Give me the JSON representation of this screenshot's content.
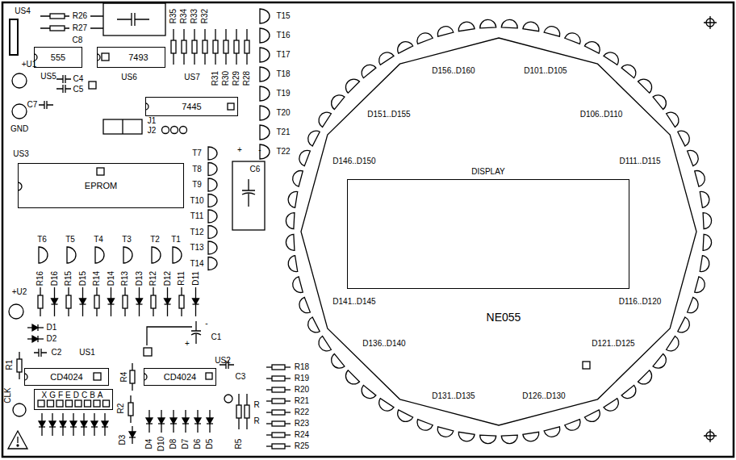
{
  "diagram": {
    "nodes": [
      {
        "text": [
          "555"
        ]
      },
      {
        "text": [
          "7493"
        ]
      },
      {
        "text": [
          "7445"
        ]
      },
      {
        "text": [
          "EPROM"
        ]
      },
      {
        "text": [
          "DISPLAY"
        ]
      },
      {
        "text": [
          "CD4024"
        ]
      },
      {
        "text": [
          "CD4024"
        ]
      },
      {
        "text": [
          "XGFEDCBA"
        ]
      }
    ],
    "labels": [
      "R26",
      "R27",
      "C8",
      "R35",
      "R34",
      "R33",
      "R32",
      "R31",
      "R30",
      "R29",
      "R28",
      "US4",
      "+U1",
      "US5",
      "C4",
      "C5",
      "US6",
      "US7",
      "C7",
      "GND",
      "J1",
      "J2",
      "US3",
      "T15",
      "T16",
      "T17",
      "T18",
      "T19",
      "T20",
      "T21",
      "T22",
      "T7",
      "T8",
      "T9",
      "T10",
      "T11",
      "T12",
      "T13",
      "T14",
      "+",
      "-",
      "C6",
      "T6",
      "T5",
      "T4",
      "T3",
      "T2",
      "T1",
      "R16",
      "D16",
      "R15",
      "D15",
      "R14",
      "D14",
      "R13",
      "D13",
      "R12",
      "D12",
      "R11",
      "D11",
      "+U2",
      "D1",
      "D2",
      "C2",
      "US1",
      "C1",
      "+",
      "-",
      "US2",
      "R1",
      "CLK",
      "R4",
      "C3",
      "R2",
      "D3",
      "D4",
      "D10",
      "D8",
      "D7",
      "D6",
      "D5",
      "R",
      "R",
      "R5",
      "R18",
      "R19",
      "R20",
      "R21",
      "R22",
      "R23",
      "R24",
      "R25",
      "D156..D160",
      "D101..D105",
      "D151..D155",
      "D106..D110",
      "D146..D150",
      "D111..D115",
      "D141..D145",
      "D116..D120",
      "NE055",
      "D136..D140",
      "D121..D125",
      "D131..D135",
      "D126..D130"
    ]
  }
}
